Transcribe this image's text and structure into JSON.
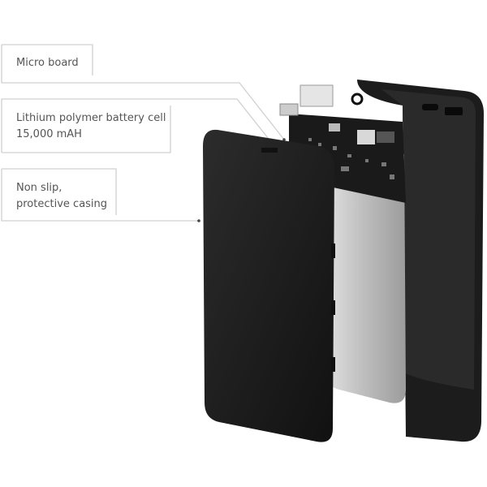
{
  "callouts": [
    {
      "text": "Micro board"
    },
    {
      "line1": "Lithium polymer battery cell",
      "line2": "15,000 mAH"
    },
    {
      "line1": "Non slip,",
      "line2": "protective casing"
    }
  ],
  "colors": {
    "casing": "#1e1e1e",
    "battery": "#c4c4c4",
    "leader": "#cfcfcf",
    "text": "#555555"
  }
}
